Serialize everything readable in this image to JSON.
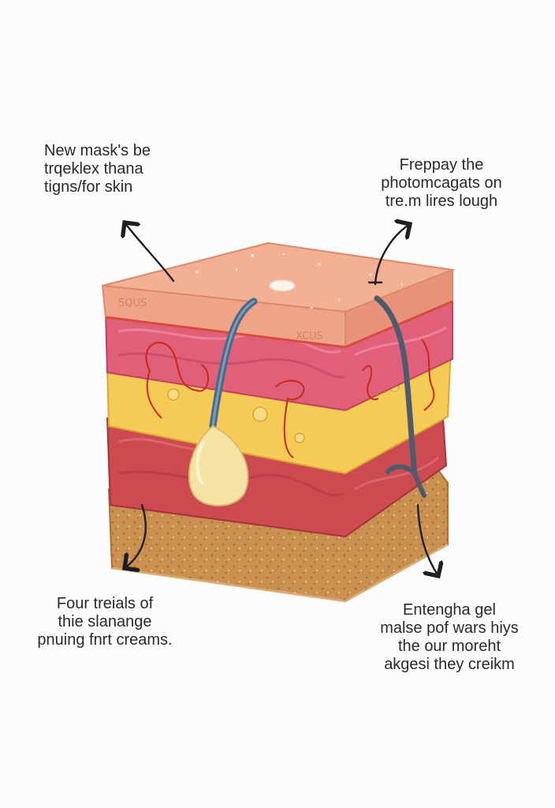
{
  "callouts": {
    "top_left": [
      "New mask's be",
      "trqeklex thana",
      "tigns/for skin"
    ],
    "top_right": [
      "Freppay the",
      "photomcagats on",
      "tre.m lires lough"
    ],
    "bottom_left": [
      "Four treials of",
      "thie slanange",
      "pnuing fnrt creams."
    ],
    "bottom_right": [
      "Entengha gel",
      "malse pof wars hiys",
      "the our moreht",
      "akgesi they creikm"
    ]
  },
  "block_labels": {
    "front_left": "SQUS",
    "front_right": "XCUS"
  },
  "colors": {
    "surface": "#f0a487",
    "dermis_pink": "#e0607a",
    "fat_yellow": "#f5cb55",
    "muscle_red": "#cc4a50",
    "base_brown": "#c99050",
    "hair_blue": "#4a6a8a",
    "bulb": "#f5e3a6"
  }
}
